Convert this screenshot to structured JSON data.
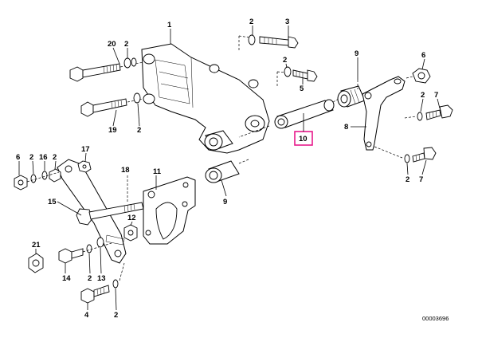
{
  "callouts": {
    "c_20": "20",
    "c_2_a": "2",
    "c_1": "1",
    "c_2_b": "2",
    "c_3": "3",
    "c_2_c": "2",
    "c_5": "5",
    "c_9_a": "9",
    "c_6": "6",
    "c_2_d": "2",
    "c_7_a": "7",
    "c_8": "8",
    "c_19": "19",
    "c_2_e": "2",
    "c_10": "10",
    "c_2_f": "2",
    "c_7_b": "7",
    "c_6_b": "6",
    "c_2_g": "2",
    "c_16": "16",
    "c_2_h": "2",
    "c_17": "17",
    "c_18": "18",
    "c_11": "11",
    "c_15": "15",
    "c_9_b": "9",
    "c_12": "12",
    "c_21": "21",
    "c_14": "14",
    "c_2_i": "2",
    "c_13": "13",
    "c_4": "4",
    "c_2_j": "2"
  },
  "highlight": {
    "color": "#e8198b",
    "label": "10"
  },
  "reference_number": "00003696"
}
